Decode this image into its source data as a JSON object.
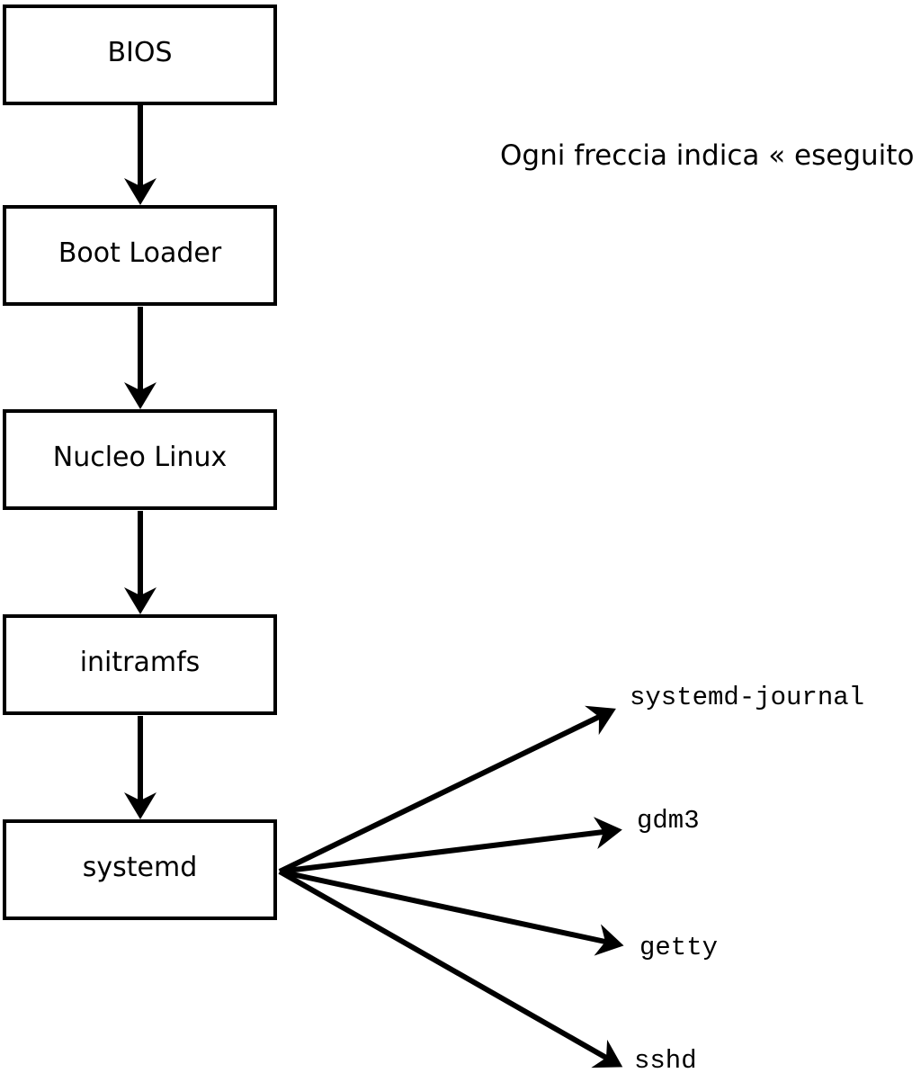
{
  "diagram": {
    "caption": "Ogni freccia indica « eseguito ».",
    "boxes": [
      {
        "id": "bios",
        "label": "BIOS"
      },
      {
        "id": "boot-loader",
        "label": "Boot Loader"
      },
      {
        "id": "nucleo-linux",
        "label": "Nucleo Linux"
      },
      {
        "id": "initramfs",
        "label": "initramfs"
      },
      {
        "id": "systemd",
        "label": "systemd"
      }
    ],
    "services": [
      {
        "id": "systemd-journal",
        "label": "systemd-journal"
      },
      {
        "id": "gdm3",
        "label": "gdm3"
      },
      {
        "id": "getty",
        "label": "getty"
      },
      {
        "id": "sshd",
        "label": "sshd"
      }
    ],
    "edges": [
      {
        "from": "bios",
        "to": "boot-loader"
      },
      {
        "from": "boot-loader",
        "to": "nucleo-linux"
      },
      {
        "from": "nucleo-linux",
        "to": "initramfs"
      },
      {
        "from": "initramfs",
        "to": "systemd"
      },
      {
        "from": "systemd",
        "to": "systemd-journal"
      },
      {
        "from": "systemd",
        "to": "gdm3"
      },
      {
        "from": "systemd",
        "to": "getty"
      },
      {
        "from": "systemd",
        "to": "sshd"
      }
    ],
    "colors": {
      "line": "#000000",
      "text": "#000000",
      "background": "#ffffff"
    }
  }
}
